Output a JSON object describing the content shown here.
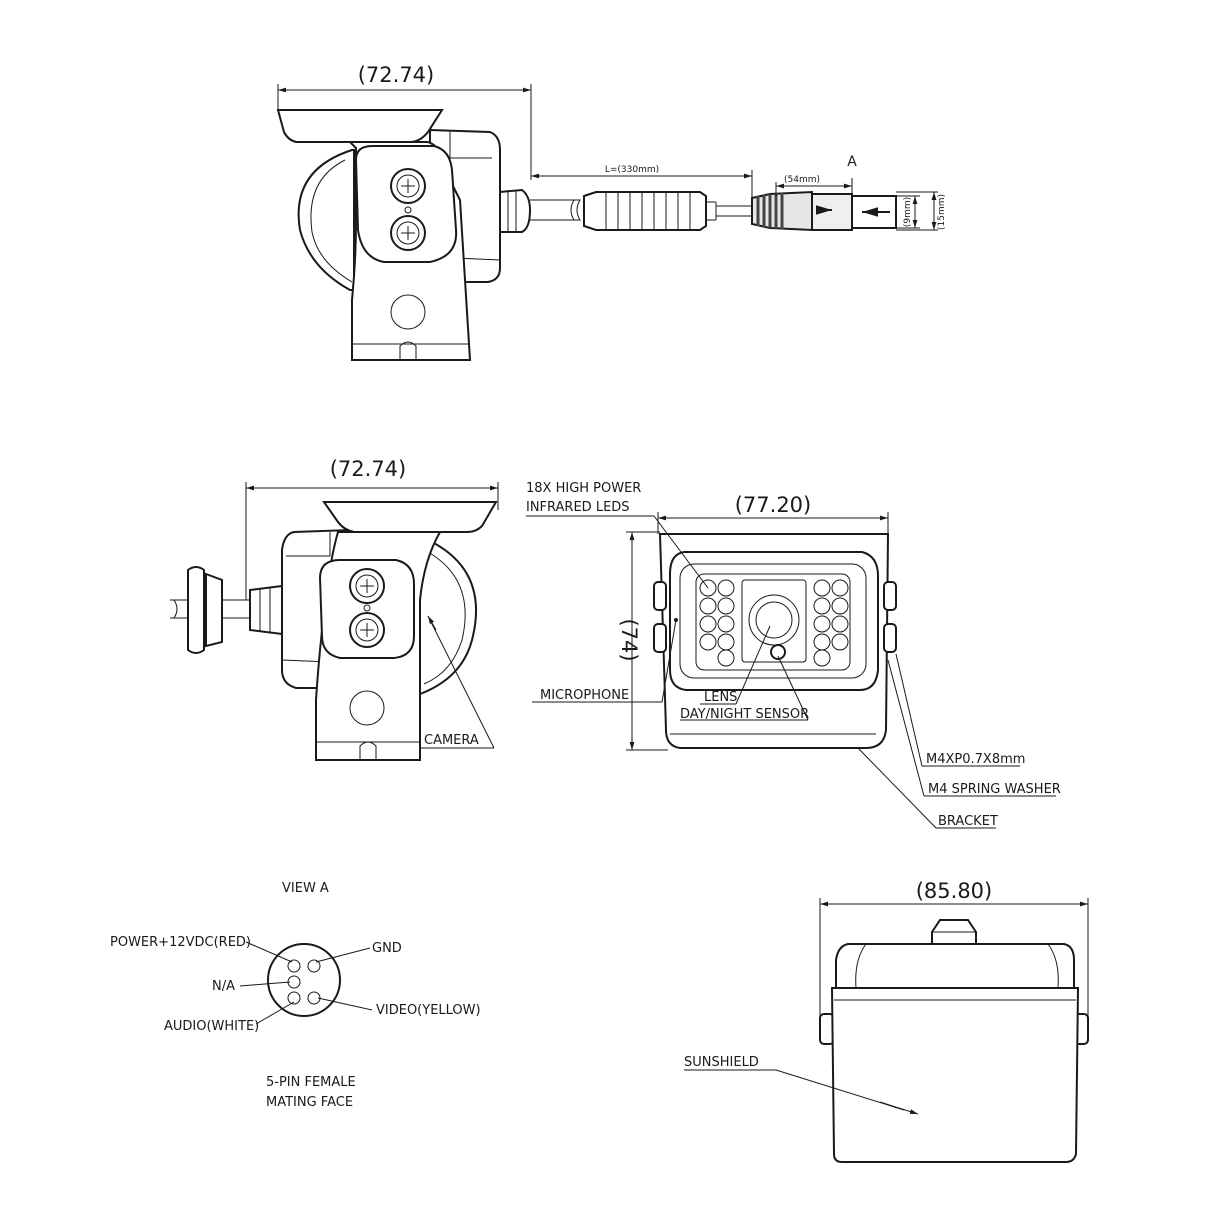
{
  "views": {
    "top": {
      "width_dim": "(72.74)",
      "cable_length": "L=(330mm)",
      "connector_length": "(54mm)",
      "view_marker": "A",
      "pin_dia": "(9mm)",
      "connector_dia": "(15mm)"
    },
    "side": {
      "width_dim": "(72.74)",
      "camera_label": "CAMERA"
    },
    "front": {
      "width_dim": "(77.20)",
      "height_dim": "(74)",
      "leds_label_1": "18X HIGH POWER",
      "leds_label_2": "INFRARED LEDS",
      "microphone_label": "MICROPHONE",
      "lens_label": "LENS",
      "sensor_label": "DAY/NIGHT SENSOR",
      "screw_label": "M4XP0.7X8mm",
      "washer_label": "M4 SPRING WASHER",
      "bracket_label": "BRACKET"
    },
    "view_a": {
      "title": "VIEW A",
      "power_label": "POWER+12VDC(RED)",
      "gnd_label": "GND",
      "na_label": "N/A",
      "video_label": "VIDEO(YELLOW)",
      "audio_label": "AUDIO(WHITE)",
      "caption_1": "5-PIN FEMALE",
      "caption_2": "MATING FACE"
    },
    "back": {
      "width_dim": "(85.80)",
      "sunshield_label": "SUNSHIELD"
    }
  }
}
